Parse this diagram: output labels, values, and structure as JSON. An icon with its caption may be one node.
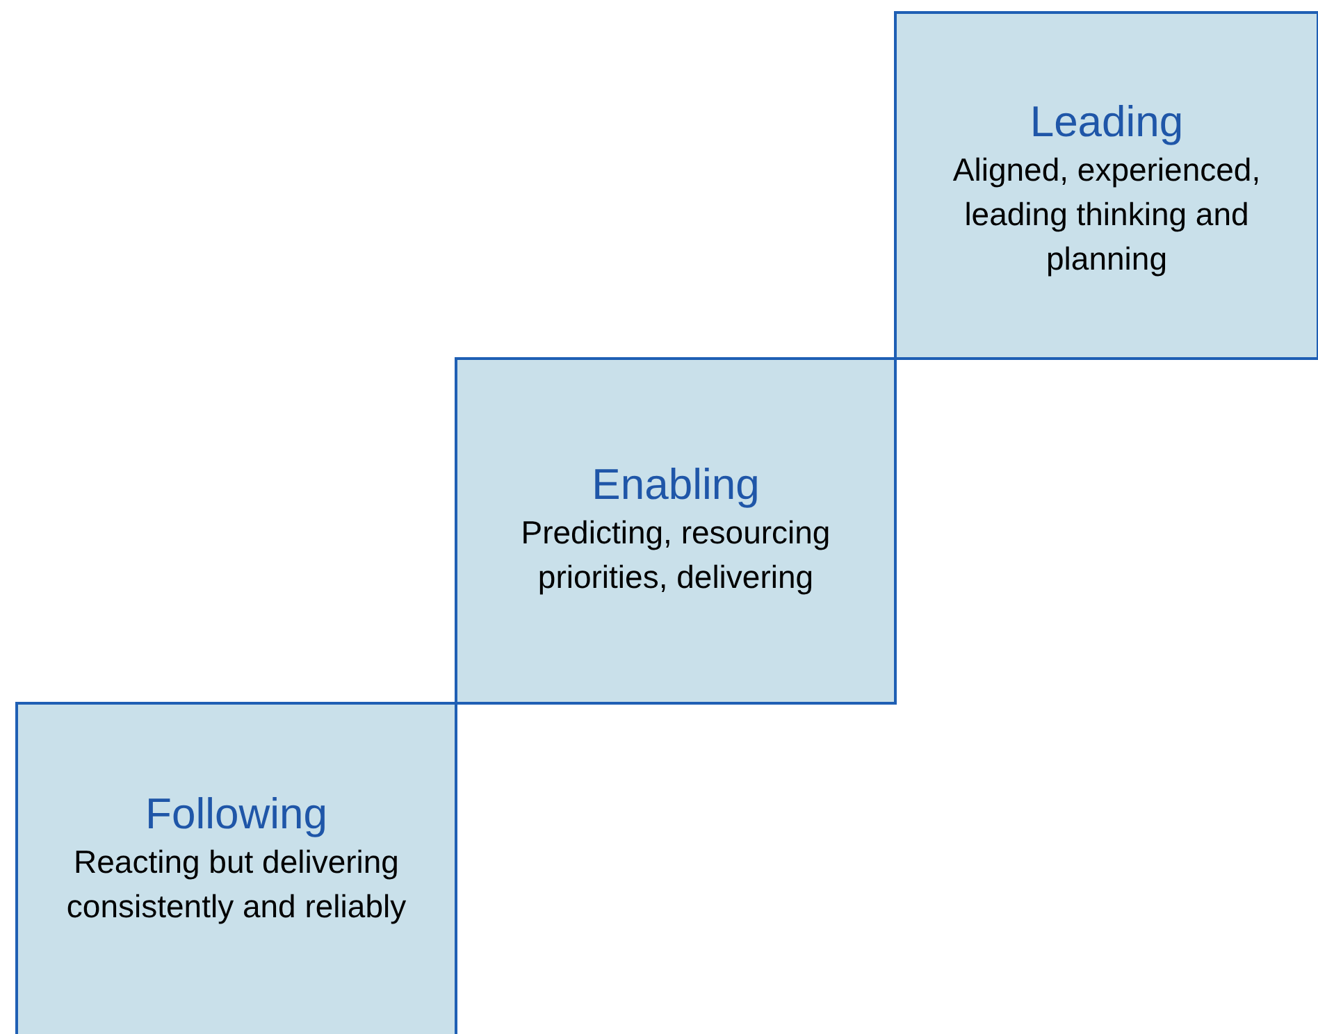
{
  "diagram": {
    "nodes": [
      {
        "text": [
          "Leading",
          "Aligned, experienced, leading thinking and planning"
        ]
      },
      {
        "text": [
          "Enabling",
          "Predicting, resourcing priorities, delivering"
        ]
      },
      {
        "text": [
          "Following",
          "Reacting but delivering consistently and reliably"
        ]
      }
    ]
  }
}
